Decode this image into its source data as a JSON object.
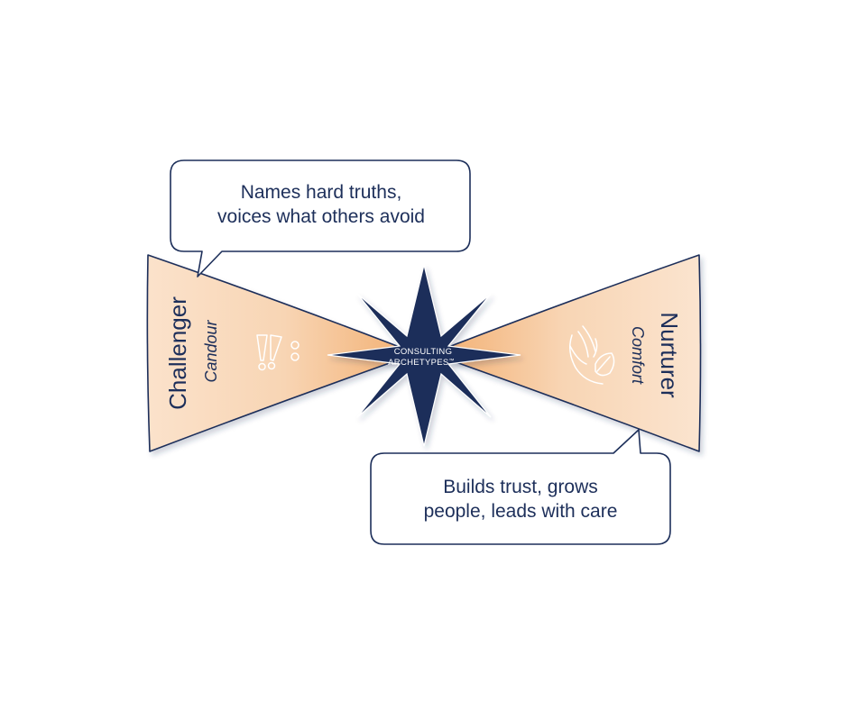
{
  "left_wedge": {
    "title": "Challenger",
    "subtitle": "Candour",
    "icon": "double-exclamation-icon"
  },
  "right_wedge": {
    "title": "Nurturer",
    "subtitle": "Comfort",
    "icon": "hand-holding-leaf-icon"
  },
  "center_badge": {
    "line1": "CONSULTING",
    "line2": "ARCHETYPES",
    "trademark": "™"
  },
  "callout_top": {
    "line1": "Names hard truths,",
    "line2": "voices what others avoid"
  },
  "callout_bottom": {
    "line1": "Builds trust, grows",
    "line2": "people, leads with care"
  },
  "colors": {
    "navy": "#1d2f5a",
    "wedge_light": "#fbe6d2",
    "wedge_mid": "#f6caa0",
    "wedge_center": "#f3b880"
  }
}
